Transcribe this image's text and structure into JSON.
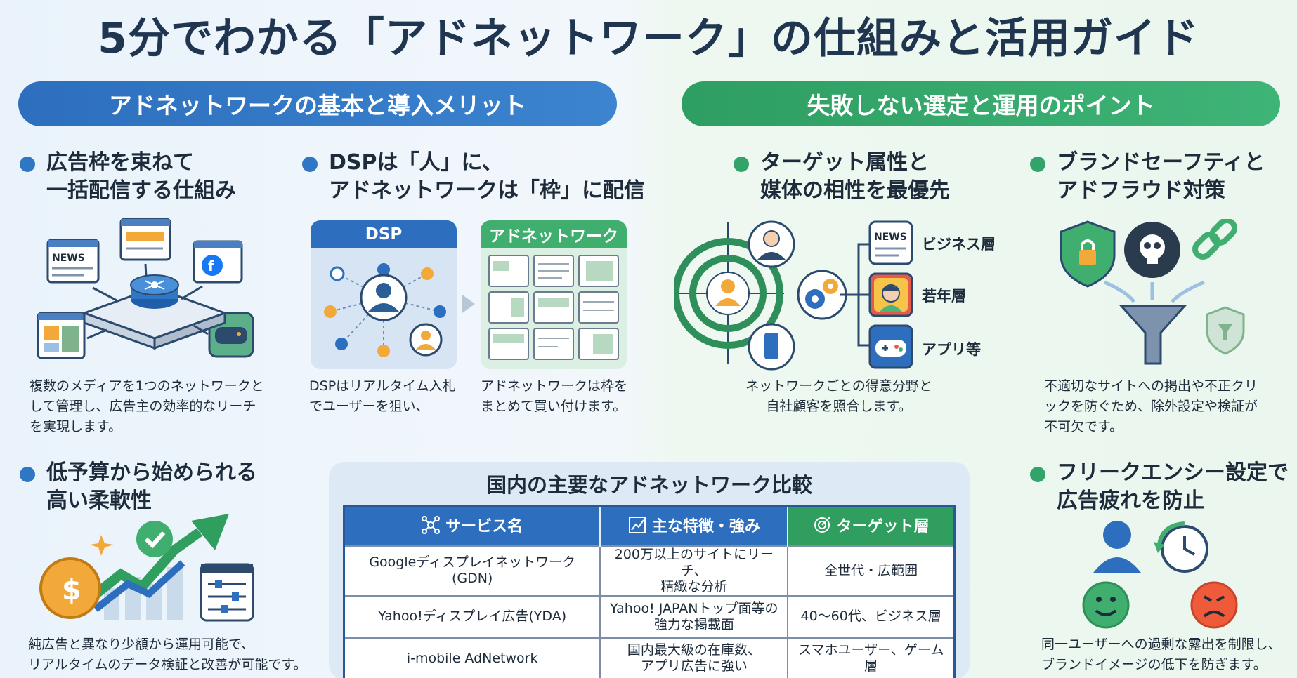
{
  "title": "5分でわかる「アドネットワーク」の仕組みと活用ガイド",
  "left_banner": "アドネットワークの基本と導入メリット",
  "right_banner": "失敗しない選定と運用のポイント",
  "sections": {
    "bundle": {
      "heading_1": "広告枠を束ねて",
      "heading_2": "一括配信する仕組み",
      "desc_1": "複数のメディアを1つのネットワークと",
      "desc_2": "して管理し、広告主の効率的なリーチ",
      "desc_3": "を実現します。",
      "news_label": "NEWS"
    },
    "dsp": {
      "heading_1": "DSPは「人」に、",
      "heading_2": "アドネットワークは「枠」に配信",
      "dsp_label": "DSP",
      "adnet_label": "アドネットワーク",
      "dsp_desc_1": "DSPはリアルタイム入札",
      "dsp_desc_2": "でユーザーを狙い、",
      "adnet_desc_1": "アドネットワークは枠を",
      "adnet_desc_2": "まとめて買い付けます。"
    },
    "budget": {
      "heading_1": "低予算から始められる",
      "heading_2": "高い柔軟性",
      "desc_1": "純広告と異なり少額から運用可能で、",
      "desc_2": "リアルタイムのデータ検証と改善が可能です。"
    },
    "target": {
      "heading_1": "ターゲット属性と",
      "heading_2": "媒体の相性を最優先",
      "label_business": "ビジネス層",
      "label_young": "若年層",
      "label_app": "アプリ等",
      "news_label": "NEWS",
      "desc_1": "ネットワークごとの得意分野と",
      "desc_2": "自社顧客を照合します。"
    },
    "safety": {
      "heading_1": "ブランドセーフティと",
      "heading_2": "アドフラウド対策",
      "desc_1": "不適切なサイトへの掲出や不正クリ",
      "desc_2": "ックを防ぐため、除外設定や検証が",
      "desc_3": "不可欠です。"
    },
    "frequency": {
      "heading_1": "フリークエンシー設定で",
      "heading_2": "広告疲れを防止",
      "desc_1": "同一ユーザーへの過剰な露出を制限し、",
      "desc_2": "ブランドイメージの低下を防ぎます。"
    }
  },
  "table": {
    "title": "国内の主要なアドネットワーク比較",
    "headers": [
      "サービス名",
      "主な特徴・強み",
      "ターゲット層"
    ],
    "rows": [
      {
        "name": "Googleディスプレイネットワーク(GDN)",
        "feature_1": "200万以上のサイトにリーチ、",
        "feature_2": "精緻な分析",
        "target": "全世代・広範囲"
      },
      {
        "name": "Yahoo!ディスプレイ広告(YDA)",
        "feature_1": "Yahoo! JAPANトップ面等の",
        "feature_2": "強力な掲載面",
        "target": "40〜60代、ビジネス層"
      },
      {
        "name": "i-mobile AdNetwork",
        "feature_1": "国内最大級の在庫数、",
        "feature_2": "アプリ広告に強い",
        "target": "スマホユーザー、ゲーム層"
      }
    ]
  },
  "colors": {
    "blue": "#2f76c4",
    "green": "#32a46a",
    "navy": "#1f3550"
  }
}
